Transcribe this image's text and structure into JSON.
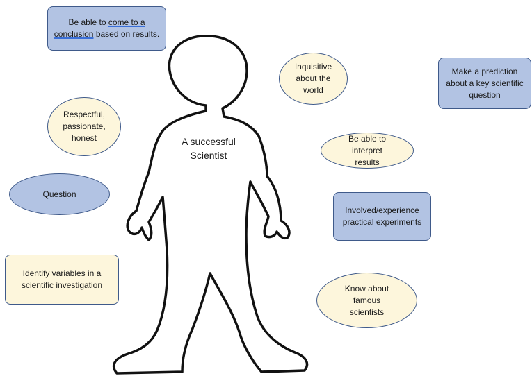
{
  "center_label": "A successful Scientist",
  "nodes": {
    "conclusion": {
      "part1": "Be able to ",
      "underlined": "come to a conclusion",
      "part2": " based on results."
    },
    "inquisitive": "Inquisitive about the world",
    "prediction": "Make a prediction about a key scientific question",
    "respectful": "Respectful, passionate, honest",
    "interpret": "Be able to interpret results",
    "question": "Question",
    "experiments": "Involved/experience practical experiments",
    "variables": "Identify variables in a scientific investigation",
    "famous": "Know about famous scientists"
  },
  "colors": {
    "blue_fill": "#b2c3e3",
    "cream_fill": "#fdf6dc",
    "outline": "#3f5a8a"
  }
}
